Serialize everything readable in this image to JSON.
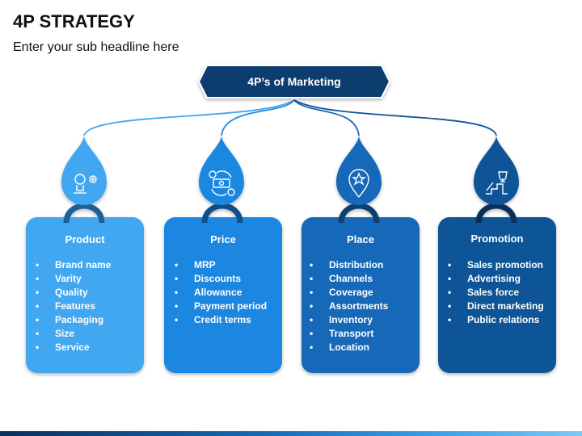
{
  "slide": {
    "title": "4P STRATEGY",
    "subtitle": "Enter your sub headline here"
  },
  "hub": {
    "label": "4P’s of Marketing",
    "color": "#0c3d6e"
  },
  "pillars": [
    {
      "title": "Product",
      "color": "#3fa7f0",
      "icon": "idea-gear-icon",
      "items": [
        "Brand name",
        "Varity",
        "Quality",
        "Features",
        "Packaging",
        "Size",
        "Service"
      ]
    },
    {
      "title": "Price",
      "color": "#1f87e0",
      "icon": "money-cycle-icon",
      "items": [
        "MRP",
        "Discounts",
        "Allowance",
        "Payment period",
        "Credit terms"
      ]
    },
    {
      "title": "Place",
      "color": "#1769b8",
      "icon": "location-star-icon",
      "items": [
        "Distribution",
        "Channels",
        "Coverage",
        "Assortments",
        "Inventory",
        "Transport",
        "Location"
      ]
    },
    {
      "title": "Promotion",
      "color": "#0f5496",
      "icon": "trophy-stairs-icon",
      "items": [
        "Sales promotion",
        "Advertising",
        "Sales force",
        "Direct marketing",
        "Public relations"
      ]
    }
  ]
}
